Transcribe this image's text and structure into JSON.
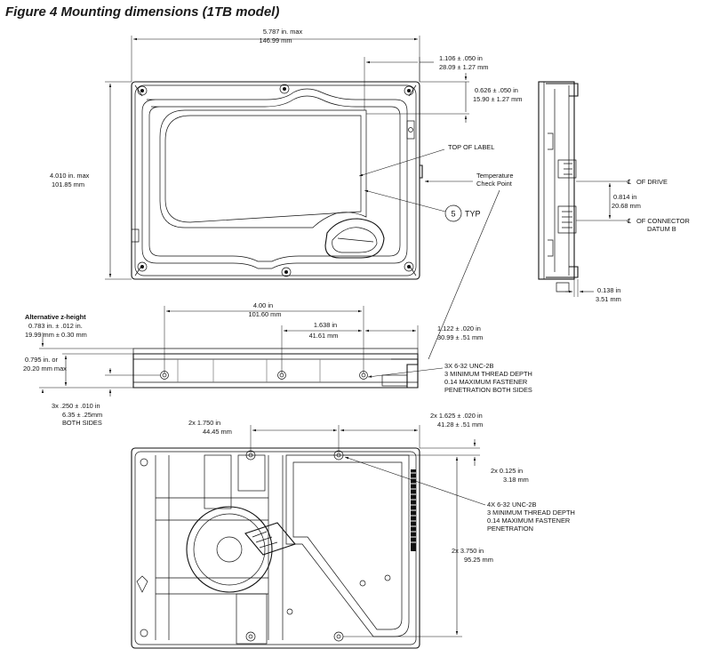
{
  "figure": {
    "title": "Figure 4  Mounting dimensions (1TB model)"
  },
  "top_view": {
    "overall_length": {
      "in": "5.787 in.   max",
      "mm": "146.99 mm"
    },
    "overall_width": {
      "in": "4.010 in.   max",
      "mm": "101.85 mm"
    },
    "label_offset_1": {
      "in": "1.106 ± .050 in",
      "mm": "28.09 ± 1.27 mm"
    },
    "label_offset_2": {
      "in": "0.626 ± .050 in",
      "mm": "15.90 ± 1.27 mm"
    },
    "top_of_label": "TOP OF LABEL",
    "temperature_point": {
      "line1": "Temperature",
      "line2": "Check Point"
    },
    "callout_number": "5",
    "callout_suffix": "TYP"
  },
  "end_view": {
    "cl_drive": "OF DRIVE",
    "cl_connector": "OF CONNECTOR",
    "datum": "DATUM B",
    "centerline_offset": {
      "in": "0.814 in",
      "mm": "20.68 mm"
    },
    "edge_offset": {
      "in": "0.138 in",
      "mm": "3.51 mm"
    }
  },
  "side_view": {
    "hole_spacing": {
      "in": "4.00 in",
      "mm": "101.60 mm"
    },
    "hole_offset": {
      "in": "1.638 in",
      "mm": "41.61 mm"
    },
    "end_offset": {
      "in": "1.122 ± .020 in",
      "mm": "30.99 ± .51 mm"
    },
    "alt_height": {
      "title": "Alternative z-height",
      "in": "0.783 in. ± .012 in.",
      "mm": "19.99 mm ± 0.30 mm"
    },
    "max_height": {
      "in": "0.795 in. or",
      "mm": "20.20 mm max"
    },
    "hole_height": {
      "in": "3x  .250 ± .010 in",
      "mm": "6.35 ± .25mm",
      "note": "BOTH SIDES"
    },
    "thread_note": {
      "line1": "3X 6-32 UNC-2B",
      "line2": "3 MINIMUM THREAD DEPTH",
      "line3": "0.14 MAXIMUM FASTENER",
      "line4": "PENETRATION BOTH SIDES"
    }
  },
  "bottom_view": {
    "hole_spacing": {
      "in": "2x   1.750 in",
      "mm": "44.45 mm"
    },
    "hole_offset": {
      "in": "2x  1.625 ± .020 in",
      "mm": "41.28 ± .51 mm"
    },
    "edge_offset": {
      "in": "2x   0.125 in",
      "mm": "3.18 mm"
    },
    "hole_pitch": {
      "in": "2x   3.750 in",
      "mm": "95.25 mm"
    },
    "thread_note": {
      "line1": "4X 6-32 UNC-2B",
      "line2": "3 MINIMUM THREAD DEPTH",
      "line3": "0.14 MAXIMUM FASTENER",
      "line4": "PENETRATION"
    }
  }
}
